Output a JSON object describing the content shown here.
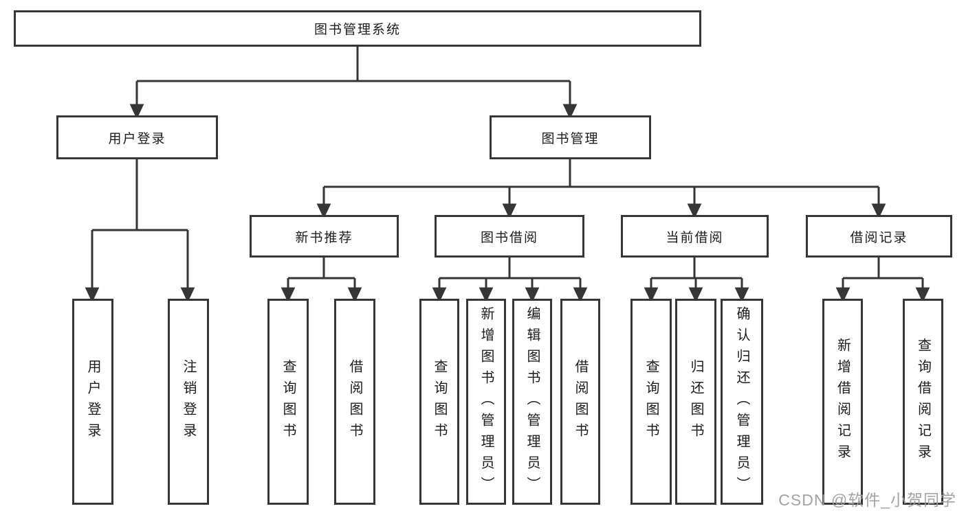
{
  "diagram": {
    "title_node": {
      "label": "图书管理系统"
    },
    "level2": {
      "user_login": {
        "label": "用户登录"
      },
      "book_mgmt": {
        "label": "图书管理"
      }
    },
    "level3": {
      "new_books": {
        "label": "新书推荐"
      },
      "book_borrow": {
        "label": "图书借阅"
      },
      "current_borrow": {
        "label": "当前借阅"
      },
      "borrow_records": {
        "label": "借阅记录"
      }
    },
    "leaves": {
      "login": {
        "label": "用户登录",
        "parent": "用户登录"
      },
      "logout": {
        "label": "注销登录",
        "parent": "用户登录"
      },
      "nb_query": {
        "label": "查询图书",
        "parent": "新书推荐"
      },
      "nb_borrow": {
        "label": "借阅图书",
        "parent": "新书推荐"
      },
      "bb_query": {
        "label": "查询图书",
        "parent": "图书借阅"
      },
      "bb_add": {
        "label": "新增图书（管理员）",
        "parent": "图书借阅"
      },
      "bb_edit": {
        "label": "编辑图书（管理员）",
        "parent": "图书借阅"
      },
      "bb_borrow": {
        "label": "借阅图书",
        "parent": "图书借阅"
      },
      "cb_query": {
        "label": "查询图书",
        "parent": "当前借阅"
      },
      "cb_return": {
        "label": "归还图书",
        "parent": "当前借阅"
      },
      "cb_confirm": {
        "label": "确认归还（管理员）",
        "parent": "当前借阅"
      },
      "br_add": {
        "label": "新增借阅记录",
        "parent": "借阅记录"
      },
      "br_query": {
        "label": "查询借阅记录",
        "parent": "借阅记录"
      }
    }
  },
  "watermark": {
    "text": "CSDN @软件_小贺同学"
  },
  "colors": {
    "line": "#363636",
    "box_border": "#363636",
    "text": "#1c1c1c",
    "watermark": "#9e9e9e",
    "background": "#ffffff"
  }
}
